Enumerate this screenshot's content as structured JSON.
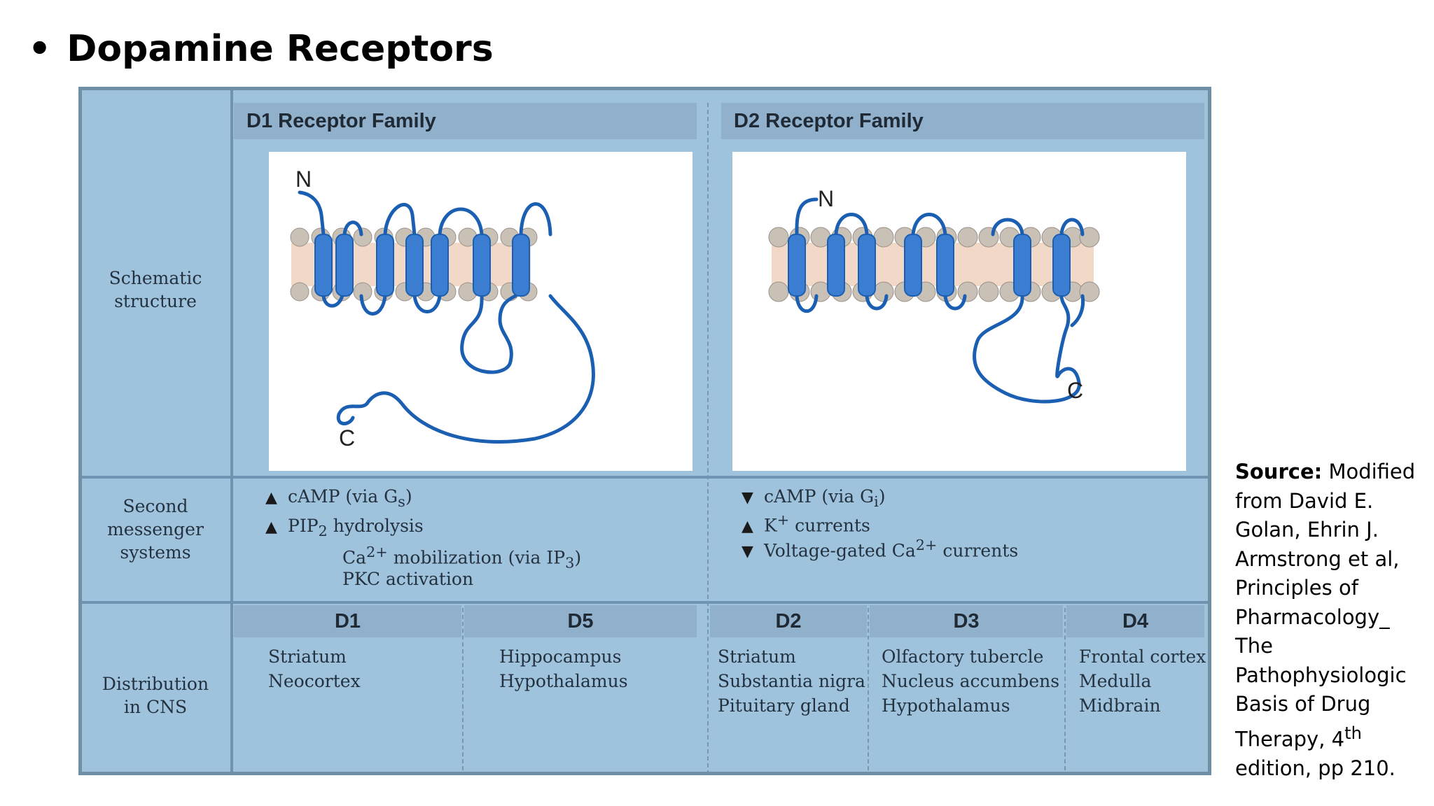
{
  "slide": {
    "bullet": "•",
    "title": "Dopamine Receptors"
  },
  "row_labels": {
    "schematic": [
      "Schematic",
      "structure"
    ],
    "second_messenger": [
      "Second",
      "messenger",
      "systems"
    ],
    "distribution": [
      "Distribution",
      "in CNS"
    ]
  },
  "families": {
    "d1": {
      "header": "D1 Receptor Family",
      "n_label": "N",
      "c_label": "C",
      "messengers": [
        {
          "arrow": "up",
          "text": "cAMP (via G",
          "sub": "s",
          "tail": ")"
        },
        {
          "arrow": "up",
          "text": "PIP",
          "sub": "2",
          "tail": " hydrolysis"
        },
        {
          "arrow": "",
          "text": "Ca",
          "sup": "2+",
          "tail": " mobilization (via IP",
          "sub2": "3",
          "tail2": ")"
        },
        {
          "arrow": "",
          "text": "PKC activation"
        }
      ]
    },
    "d2": {
      "header": "D2 Receptor Family",
      "n_label": "N",
      "c_label": "C",
      "messengers": [
        {
          "arrow": "down",
          "text": "cAMP (via G",
          "sub": "i",
          "tail": ")"
        },
        {
          "arrow": "up",
          "text": "K",
          "sup": "+",
          "tail": " currents"
        },
        {
          "arrow": "down",
          "text": "Voltage-gated Ca",
          "sup": "2+",
          "tail": " currents"
        }
      ]
    }
  },
  "subtypes": [
    {
      "name": "D1",
      "regions": [
        "Striatum",
        "Neocortex"
      ]
    },
    {
      "name": "D5",
      "regions": [
        "Hippocampus",
        "Hypothalamus"
      ]
    },
    {
      "name": "D2",
      "regions": [
        "Striatum",
        "Substantia nigra",
        "Pituitary gland"
      ]
    },
    {
      "name": "D3",
      "regions": [
        "Olfactory tubercle",
        "Nucleus accumbens",
        "Hypothalamus"
      ]
    },
    {
      "name": "D4",
      "regions": [
        "Frontal cortex",
        "Medulla",
        "Midbrain"
      ]
    }
  ],
  "source": {
    "label": "Source:",
    "lines": [
      "Modified",
      "from David E.",
      "Golan, Ehrin J.",
      "Armstrong et al,",
      "Principles of",
      "Pharmacology_",
      "The",
      "Pathophysiologic",
      "Basis of Drug"
    ],
    "edition_prefix": "Therapy, 4",
    "edition_sup": "th",
    "edition_suffix": "edition, pp 210."
  },
  "colors": {
    "panel": "#9fc3dd",
    "header": "#90b0cc",
    "helix": "#3b7dd0",
    "loop": "#1b5fb3",
    "membrane": "#f2d9c7",
    "lipid_head": "#c9c0b6"
  }
}
